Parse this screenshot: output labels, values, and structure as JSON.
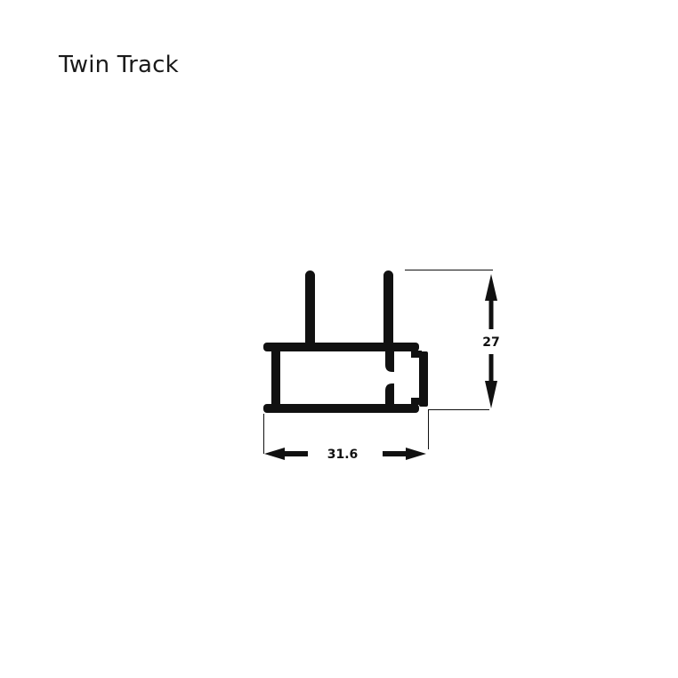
{
  "title": "Twin Track",
  "drawing": {
    "subject": "twin-track-profile-cross-section",
    "stroke_color": "#111111",
    "background": "#ffffff"
  },
  "dimensions": {
    "height": {
      "label": "27",
      "orientation": "vertical"
    },
    "width": {
      "label": "31.6",
      "orientation": "horizontal"
    }
  }
}
